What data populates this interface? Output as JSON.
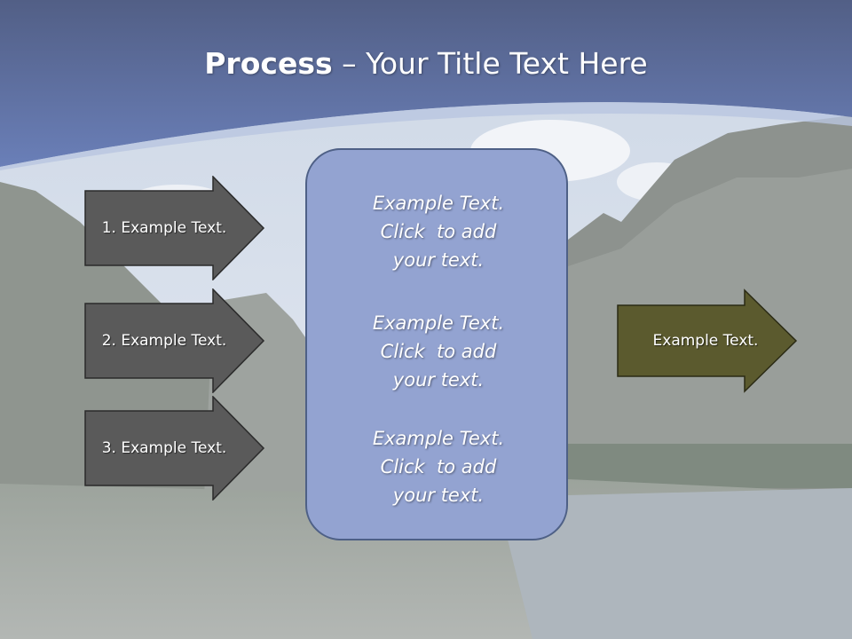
{
  "title": {
    "bold": "Process",
    "rest": " – Your Title Text Here"
  },
  "inputs": [
    {
      "label": "1. Example Text."
    },
    {
      "label": "2. Example Text."
    },
    {
      "label": "3. Example Text."
    }
  ],
  "center_blocks": [
    {
      "lines": [
        "Example Text.",
        "Click  to add",
        "your text."
      ]
    },
    {
      "lines": [
        "Example Text.",
        "Click  to add",
        "your text."
      ]
    },
    {
      "lines": [
        "Example Text.",
        "Click  to add",
        "your text."
      ]
    }
  ],
  "output": {
    "label": "Example Text."
  },
  "colors": {
    "header": "#6a7fb3",
    "input_arrow": "#5a5a5a",
    "output_arrow": "#5b5a2e",
    "center_box": "#93a3d1"
  }
}
